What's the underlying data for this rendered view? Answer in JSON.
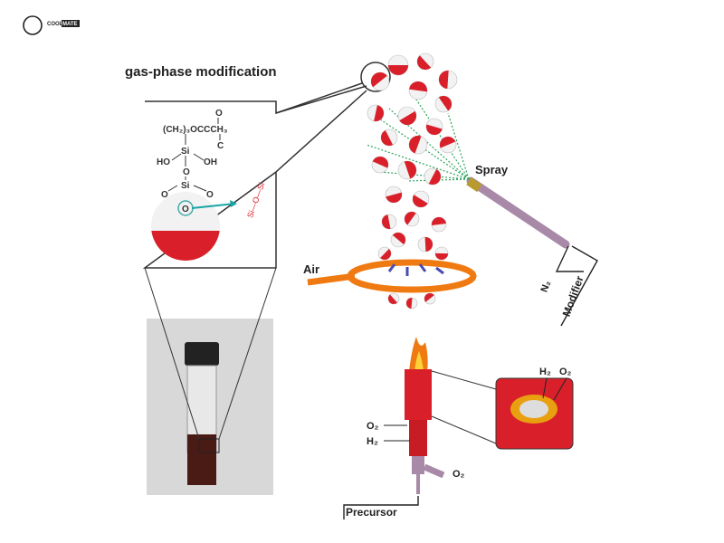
{
  "logo": {
    "brand_a": "COOL",
    "brand_b": "MATE"
  },
  "title": "gas-phase modification",
  "molecule": {
    "chain": "(CH₂)₃OCCCH₃",
    "carbonyl_o": "O",
    "methylene_c": "C",
    "si_top": "Si",
    "ho": "HO",
    "oh": "OH",
    "o_link": "O",
    "si_bottom": "Si",
    "o_left": "O",
    "o_right": "O",
    "o_surface": "O",
    "siloxane": "Si—O—Si"
  },
  "labels": {
    "spray": "Spray",
    "air": "Air",
    "n2": "N₂",
    "modifier": "Modifier",
    "h2_burner": "H₂",
    "o2_burner": "O₂",
    "o2_left": "O₂",
    "h2_left": "H₂",
    "o2_side": "O₂",
    "precursor": "Precursor"
  },
  "colors": {
    "red": "#d9202a",
    "orange": "#f07a12",
    "spray_green": "#2ea35a",
    "tube": "#a88aa8"
  }
}
